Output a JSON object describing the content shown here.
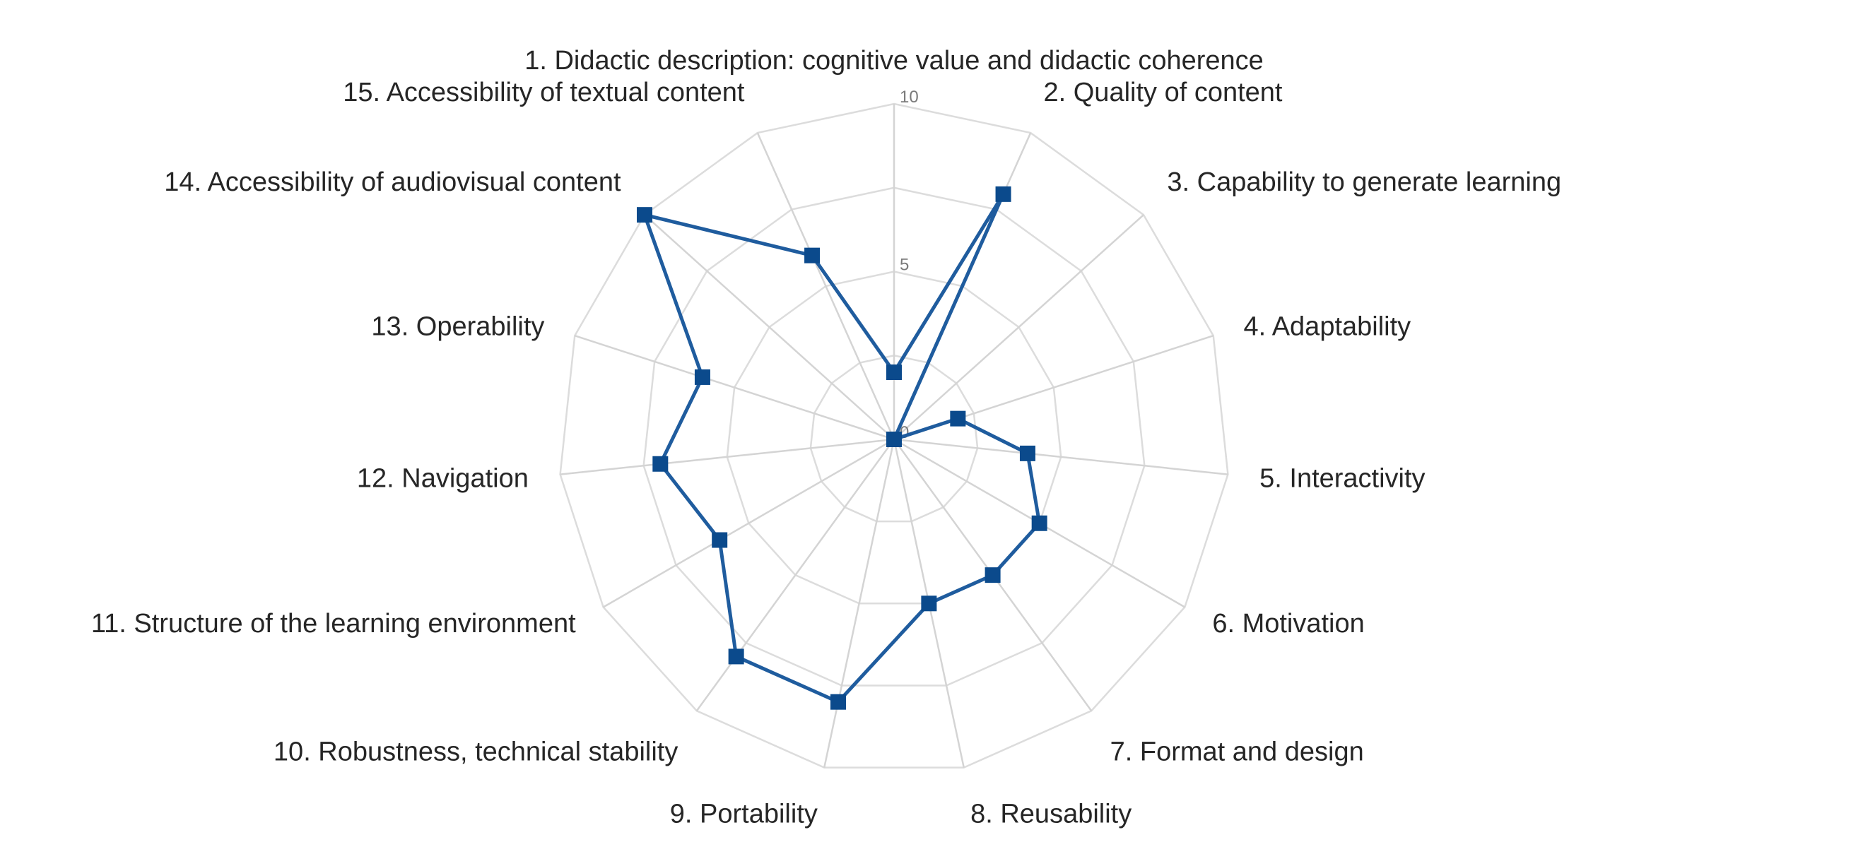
{
  "chart_data": {
    "type": "radar",
    "categories": [
      "1. Didactic description: cognitive value and didactic coherence",
      "2. Quality of content",
      "3. Capability to generate learning",
      "4. Adaptability",
      "5. Interactivity",
      "6. Motivation",
      "7. Format and design",
      "8. Reusability",
      "9. Portability",
      "10. Robustness, technical stability",
      "11. Structure of the learning environment",
      "12. Navigation",
      "13. Operability",
      "14. Accessibility of audiovisual content",
      "15. Accessibility of textual content"
    ],
    "series": [
      {
        "values": [
          2,
          8,
          0,
          2,
          4,
          5,
          5,
          5,
          8,
          8,
          6,
          7,
          6,
          10,
          6
        ],
        "color": "#1f5c9e",
        "marker_color": "#0b4a8c"
      }
    ],
    "radial_range": [
      0,
      10
    ],
    "radial_ticks": [
      0,
      5,
      10
    ],
    "ring_values": [
      2.5,
      5,
      7.5,
      10
    ],
    "grid": true,
    "legend": "none"
  }
}
